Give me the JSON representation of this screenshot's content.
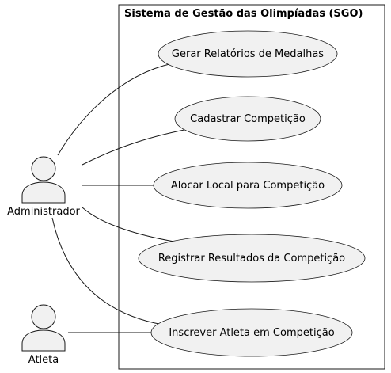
{
  "system": {
    "title": "Sistema de Gestão das Olimpíadas (SGO)"
  },
  "actors": {
    "administrador": "Administrador",
    "atleta": "Atleta"
  },
  "use_cases": {
    "gerar_relatorios": "Gerar Relatórios de Medalhas",
    "cadastrar_competicao": "Cadastrar Competição",
    "alocar_local": "Alocar Local para Competição",
    "registrar_resultados": "Registrar Resultados da Competição",
    "inscrever_atleta": "Inscrever Atleta em Competição"
  },
  "associations": [
    [
      "Administrador",
      "Gerar Relatórios de Medalhas"
    ],
    [
      "Administrador",
      "Cadastrar Competição"
    ],
    [
      "Administrador",
      "Alocar Local para Competição"
    ],
    [
      "Administrador",
      "Registrar Resultados da Competição"
    ],
    [
      "Administrador",
      "Inscrever Atleta em Competição"
    ],
    [
      "Atleta",
      "Inscrever Atleta em Competição"
    ]
  ],
  "colors": {
    "fill": "#f1f1f1",
    "stroke": "#181818"
  }
}
